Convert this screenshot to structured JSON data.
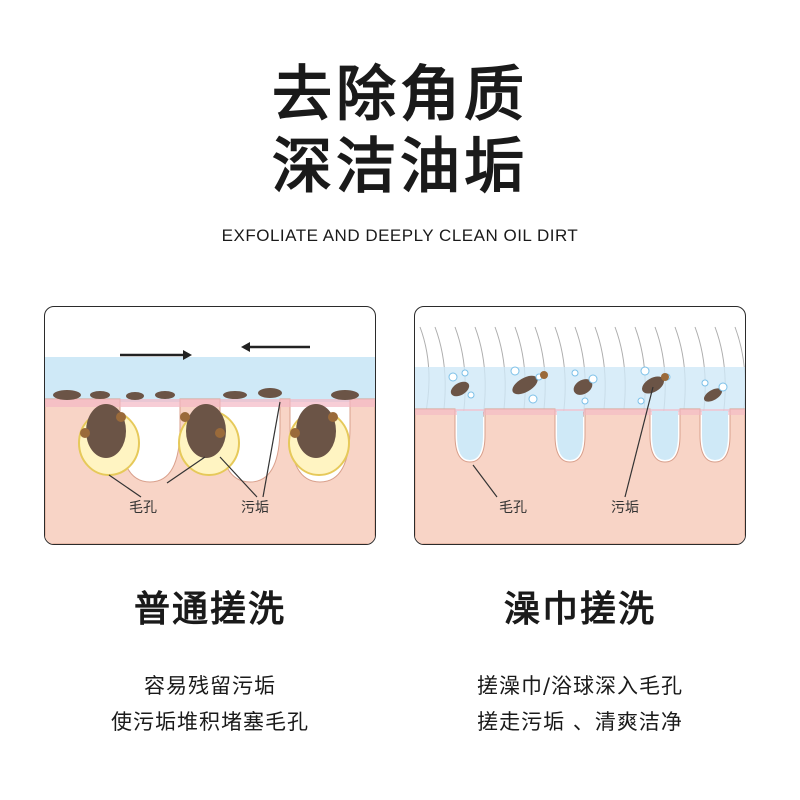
{
  "heading": {
    "line1": "去除角质",
    "line2": "深洁油垢",
    "english": "EXFOLIATE AND DEEPLY CLEAN OIL DIRT"
  },
  "left": {
    "label_pore": "毛孔",
    "label_dirt": "污垢",
    "title": "普通搓洗",
    "desc_line1": "容易残留污垢",
    "desc_line2": "使污垢堆积堵塞毛孔"
  },
  "right": {
    "label_pore": "毛孔",
    "label_dirt": "污垢",
    "title": "澡巾搓洗",
    "desc_line1": "搓澡巾/浴球深入毛孔",
    "desc_line2": "搓走污垢 、清爽洁净"
  },
  "colors": {
    "skin": "#f8d4c6",
    "water": "#cfe9f7",
    "dirt": "#6b5446",
    "follicle_fill": "#fff4c2",
    "follicle_ring": "#e6c95a"
  }
}
